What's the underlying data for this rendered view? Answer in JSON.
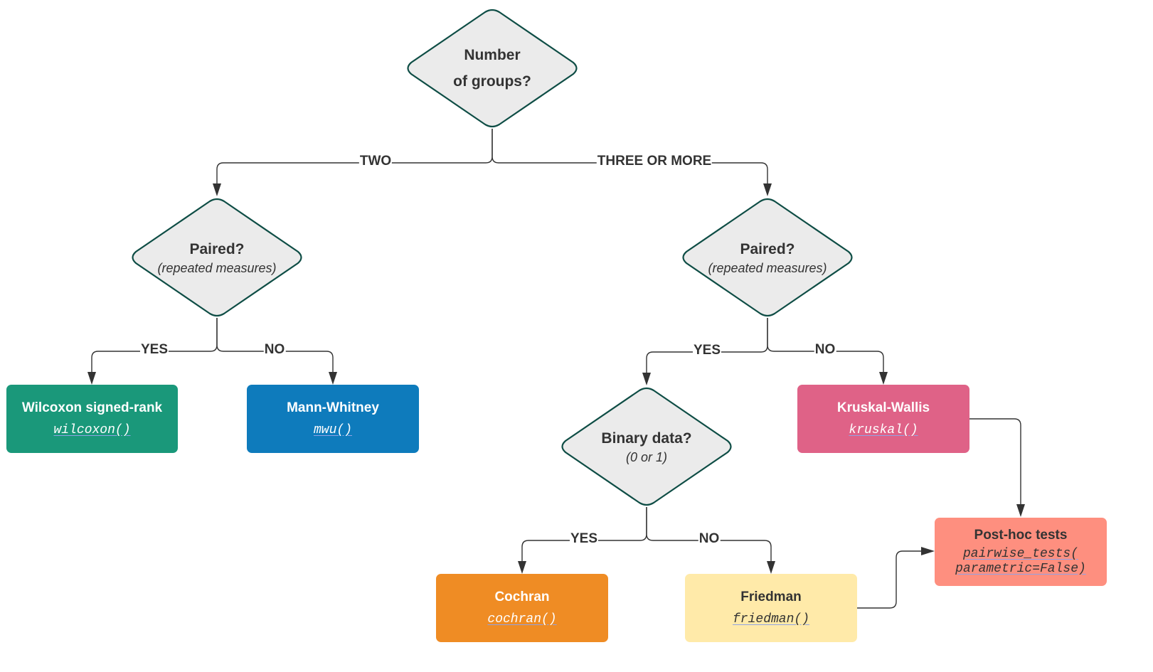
{
  "decisions": {
    "groups": {
      "title_line1": "Number",
      "title_line2": "of groups?"
    },
    "paired_two": {
      "title": "Paired?",
      "subtitle": "(repeated measures)"
    },
    "paired_three": {
      "title": "Paired?",
      "subtitle": "(repeated measures)"
    },
    "binary": {
      "title": "Binary data?",
      "subtitle": "(0 or 1)"
    }
  },
  "edge_labels": {
    "two": "TWO",
    "three_or_more": "THREE OR MORE",
    "two_yes": "YES",
    "two_no": "NO",
    "three_yes": "YES",
    "three_no": "NO",
    "binary_yes": "YES",
    "binary_no": "NO"
  },
  "tests": {
    "wilcoxon": {
      "title": "Wilcoxon signed-rank",
      "code": "wilcoxon()",
      "color": "#1a987a",
      "text_color": "#ffffff"
    },
    "mann_whitney": {
      "title": "Mann-Whitney",
      "code": "mwu()",
      "color": "#0e7bbc",
      "text_color": "#ffffff"
    },
    "kruskal": {
      "title": "Kruskal-Wallis",
      "code": "kruskal()",
      "color": "#df6287",
      "text_color": "#ffffff"
    },
    "cochran": {
      "title": "Cochran",
      "code": "cochran()",
      "color": "#ef8c24",
      "text_color": "#ffffff"
    },
    "friedman": {
      "title": "Friedman",
      "code": "friedman()",
      "color": "#ffeaa9",
      "text_color": "#333333"
    },
    "posthoc": {
      "title": "Post-hoc tests",
      "code": "pairwise_tests(\nparametric=False)",
      "color": "#fe8f7f",
      "text_color": "#333333"
    }
  }
}
